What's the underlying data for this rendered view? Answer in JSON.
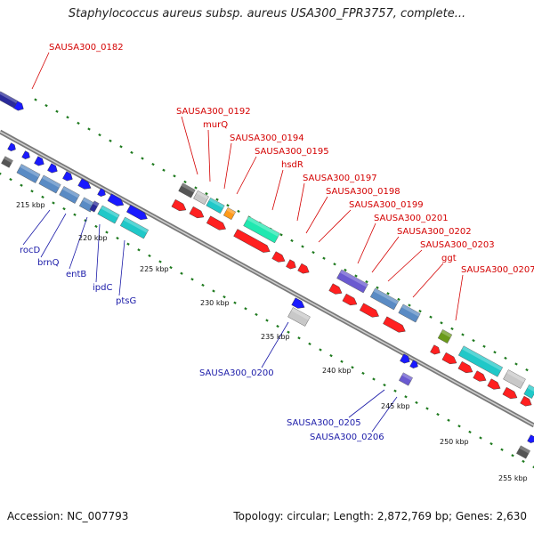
{
  "title": "Staphylococcus aureus subsp. aureus USA300_FPR3757, complete...",
  "footer": {
    "accession": "Accession: NC_007793",
    "info": "Topology: circular; Length: 2,872,769 bp; Genes: 2,630"
  },
  "colors": {
    "backbone": "#7a7a7a",
    "tick": "#1f7a1f",
    "label_red": "#d40000",
    "label_blue": "#1a1aa8",
    "feature_red": "#ff2020",
    "feature_blue": "#1a1aff",
    "feature_steel": "#5a8bc4",
    "feature_cyan": "#20c8c8",
    "feature_gray": "#c8c8c8",
    "feature_dark": "#2a2a9a",
    "feature_orange": "#ff9a1a",
    "feature_green": "#6a9a1a",
    "feature_teal": "#20e8b0",
    "feature_purple": "#6a5ad0"
  },
  "tick_labels": [
    "215 kbp",
    "220 kbp",
    "225 kbp",
    "230 kbp",
    "235 kbp",
    "240 kbp",
    "245 kbp",
    "250 kbp",
    "255 kbp"
  ],
  "gene_labels_top": [
    "SAUSA300_0182",
    "SAUSA300_0192",
    "murQ",
    "SAUSA300_0194",
    "SAUSA300_0195",
    "hsdR",
    "SAUSA300_0197",
    "SAUSA300_0198",
    "SAUSA300_0199",
    "SAUSA300_0201",
    "SAUSA300_0202",
    "SAUSA300_0203",
    "ggt",
    "SAUSA300_0207"
  ],
  "gene_labels_bottom": [
    "rocD",
    "brnQ",
    "entB",
    "ipdC",
    "ptsG",
    "SAUSA300_0200",
    "SAUSA300_0205",
    "SAUSA300_0206"
  ]
}
